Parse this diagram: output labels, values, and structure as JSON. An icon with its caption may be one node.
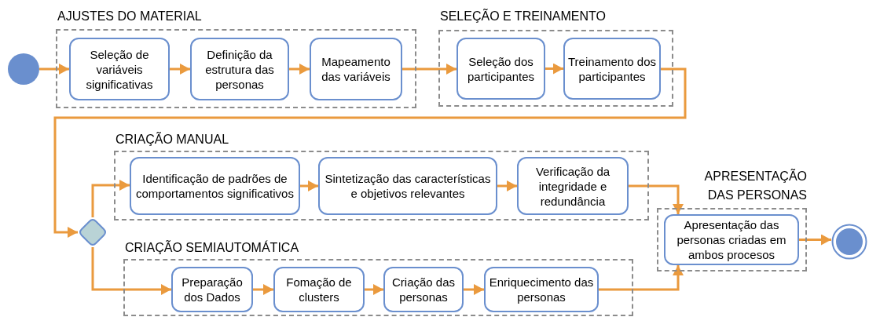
{
  "diagram": {
    "nodes": [
      {
        "text": [],
        "shape": "circle"
      },
      {
        "text": [
          "AJUSTES DO MATERIAL"
        ]
      },
      {
        "text": [
          "Seleção de variáveis significativas"
        ],
        "in": 1
      },
      {
        "text": [
          "Definição da estrutura das personas"
        ],
        "in": 1
      },
      {
        "text": [
          "Mapeamento das variáveis"
        ],
        "in": 1
      },
      {
        "text": [
          "SELEÇÃO E TREINAMENTO"
        ]
      },
      {
        "text": [
          "Seleção dos participantes"
        ],
        "in": 5
      },
      {
        "text": [
          "Treinamento dos participantes"
        ],
        "in": 5
      },
      {
        "text": [
          "CRIAÇÃO MANUAL"
        ]
      },
      {
        "text": [
          "Identificação de padrões de comportamentos significativos"
        ],
        "in": 8
      },
      {
        "text": [
          "Sintetização das características e objetivos relevantes"
        ],
        "in": 8
      },
      {
        "text": [
          "Verificação da integridade e redundância"
        ],
        "in": 8
      },
      {
        "text": [
          "CRIAÇÃO SEMIAUTOMÁTICA"
        ]
      },
      {
        "text": [
          "Preparação dos Dados"
        ],
        "in": 12
      },
      {
        "text": [
          "Fomação de clusters"
        ],
        "in": 12
      },
      {
        "text": [
          "Criação das personas"
        ],
        "in": 12
      },
      {
        "text": [
          "Enriquecimento das personas"
        ],
        "in": 12
      },
      {
        "text": [
          "APRESENTAÇÃO DAS PERSONAS"
        ]
      },
      {
        "text": [
          "Apresentação das personas criadas em ambos procesos"
        ],
        "in": 17
      },
      {
        "text": [],
        "shape": "circle"
      },
      {
        "text": [],
        "shape": "diamond"
      }
    ],
    "edges": [
      {
        "from": 0,
        "to": 2,
        "arrow": "to"
      },
      {
        "from": 2,
        "to": 3,
        "arrow": "to"
      },
      {
        "from": 3,
        "to": 4,
        "arrow": "to"
      },
      {
        "from": 4,
        "to": 6,
        "arrow": "to"
      },
      {
        "from": 6,
        "to": 7,
        "arrow": "to"
      },
      {
        "from": 7,
        "to": 20,
        "arrow": "to"
      },
      {
        "from": 20,
        "to": 9,
        "arrow": "to"
      },
      {
        "from": 9,
        "to": 10,
        "arrow": "to"
      },
      {
        "from": 10,
        "to": 11,
        "arrow": "to"
      },
      {
        "from": 11,
        "to": 18,
        "arrow": "to"
      },
      {
        "from": 20,
        "to": 13,
        "arrow": "to"
      },
      {
        "from": 13,
        "to": 14,
        "arrow": "to"
      },
      {
        "from": 14,
        "to": 15,
        "arrow": "to"
      },
      {
        "from": 15,
        "to": 16,
        "arrow": "to"
      },
      {
        "from": 16,
        "to": 18,
        "arrow": "to"
      },
      {
        "from": 18,
        "to": 19,
        "arrow": "to"
      }
    ]
  }
}
